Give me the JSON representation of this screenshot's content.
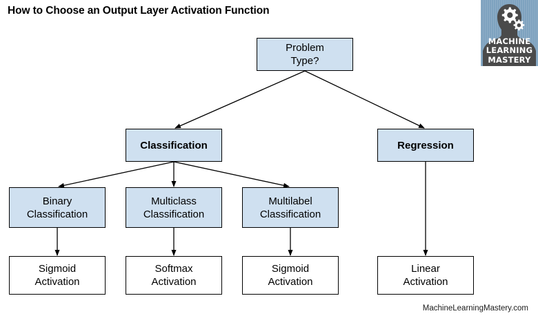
{
  "page": {
    "title": "How to Choose an Output Layer Activation Function",
    "footer": "MachineLearningMastery.com",
    "background_color": "#ffffff"
  },
  "logo": {
    "name": "machine-learning-mastery-logo",
    "line1": "MACHINE",
    "line2": "LEARNING",
    "line3": "MASTERY",
    "background_color": "#7ea2bf",
    "silhouette_color": "#4a4a4a",
    "text_color": "#ffffff"
  },
  "colors": {
    "node_fill_blue": "#cfe0f0",
    "node_fill_white": "#ffffff",
    "node_border": "#000000",
    "connector": "#000000",
    "text": "#000000"
  },
  "chart_data": {
    "type": "diagram",
    "diagram_type": "flowchart",
    "title": "How to Choose an Output Layer Activation Function",
    "orientation": "top-down",
    "nodes": [
      {
        "id": "problem_type",
        "label": "Problem\nType?",
        "level": 0,
        "fill": "blue",
        "bold": false
      },
      {
        "id": "classification",
        "label": "Classification",
        "level": 1,
        "fill": "blue",
        "bold": true
      },
      {
        "id": "regression",
        "label": "Regression",
        "level": 1,
        "fill": "blue",
        "bold": true
      },
      {
        "id": "binary_classification",
        "label": "Binary\nClassification",
        "level": 2,
        "fill": "blue",
        "bold": false
      },
      {
        "id": "multiclass_classification",
        "label": "Multiclass\nClassification",
        "level": 2,
        "fill": "blue",
        "bold": false
      },
      {
        "id": "multilabel_classification",
        "label": "Multilabel\nClassification",
        "level": 2,
        "fill": "blue",
        "bold": false
      },
      {
        "id": "sigmoid_binary",
        "label": "Sigmoid\nActivation",
        "level": 3,
        "fill": "white",
        "bold": false
      },
      {
        "id": "softmax_multiclass",
        "label": "Softmax\nActivation",
        "level": 3,
        "fill": "white",
        "bold": false
      },
      {
        "id": "sigmoid_multilabel",
        "label": "Sigmoid\nActivation",
        "level": 3,
        "fill": "white",
        "bold": false
      },
      {
        "id": "linear_regression",
        "label": "Linear\nActivation",
        "level": 3,
        "fill": "white",
        "bold": false
      }
    ],
    "edges": [
      {
        "from": "problem_type",
        "to": "classification"
      },
      {
        "from": "problem_type",
        "to": "regression"
      },
      {
        "from": "classification",
        "to": "binary_classification"
      },
      {
        "from": "classification",
        "to": "multiclass_classification"
      },
      {
        "from": "classification",
        "to": "multilabel_classification"
      },
      {
        "from": "binary_classification",
        "to": "sigmoid_binary"
      },
      {
        "from": "multiclass_classification",
        "to": "softmax_multiclass"
      },
      {
        "from": "multilabel_classification",
        "to": "sigmoid_multilabel"
      },
      {
        "from": "regression",
        "to": "linear_regression"
      }
    ]
  }
}
